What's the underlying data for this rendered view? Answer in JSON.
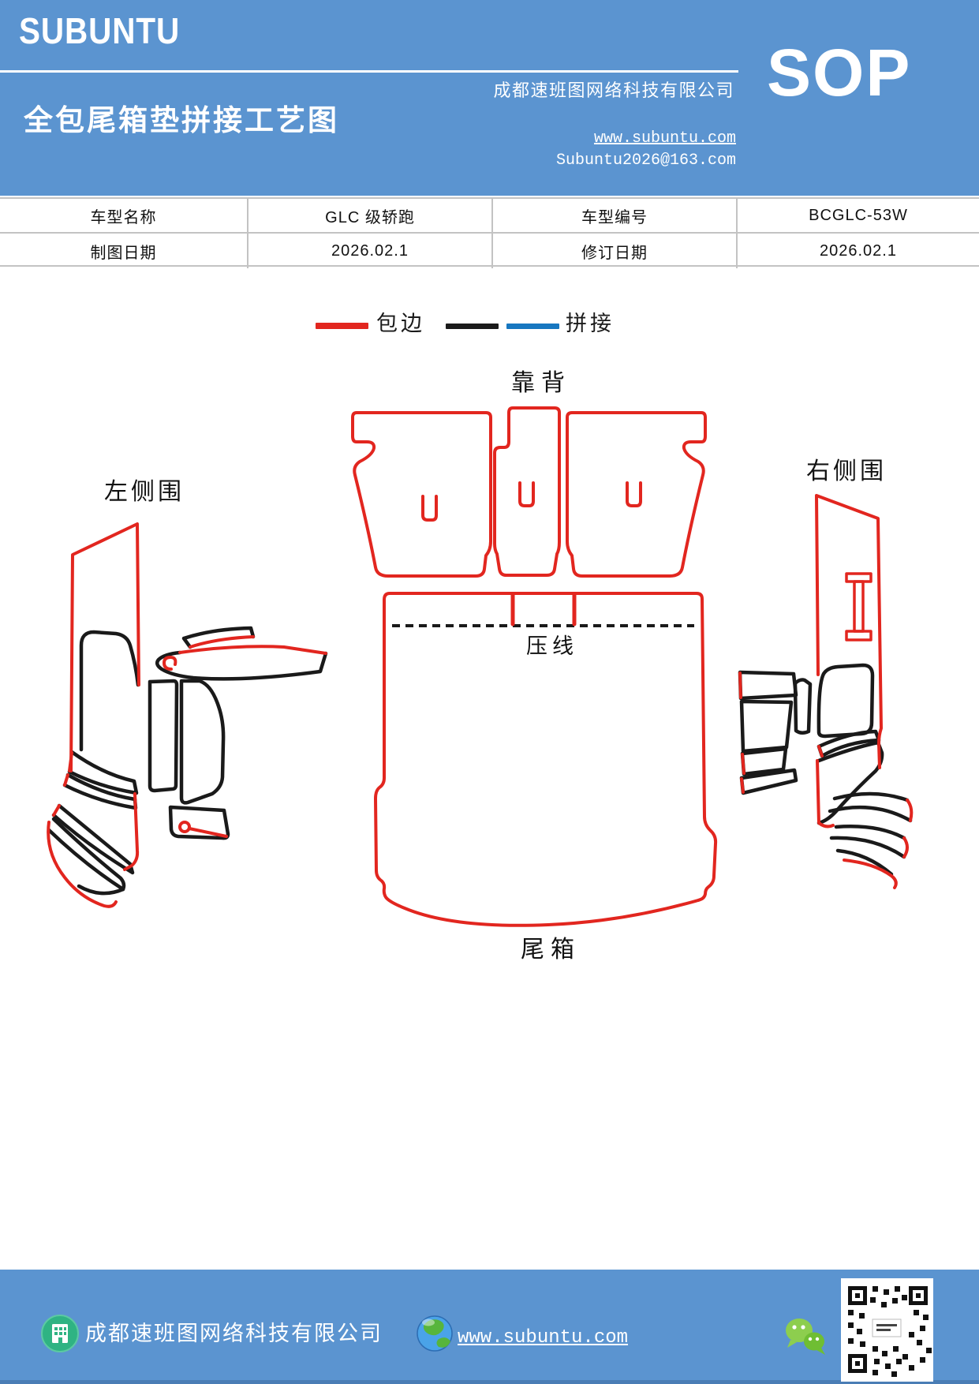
{
  "header": {
    "logo": "SUBUNTU",
    "company": "成都速班图网络科技有限公司",
    "title": "全包尾箱垫拼接工艺图",
    "website": "www.subuntu.com",
    "email": "Subuntu2026@163.com",
    "badge": "SOP"
  },
  "info_table": {
    "rows": [
      {
        "cells": [
          "车型名称",
          "GLC 级轿跑",
          "车型编号",
          "BCGLC-53W"
        ]
      },
      {
        "cells": [
          "制图日期",
          "2026.02.1",
          "修订日期",
          "2026.02.1"
        ]
      }
    ]
  },
  "legend": {
    "items": [
      {
        "label": "包边",
        "swatches": [
          "#e2261f"
        ]
      },
      {
        "label": "拼接",
        "swatches": [
          "#1a1a1a",
          "#1777c0"
        ]
      }
    ]
  },
  "diagram": {
    "labels": {
      "backrest": "靠背",
      "left_side": "左侧围",
      "right_side": "右侧围",
      "press_line": "压线",
      "trunk": "尾箱"
    }
  },
  "footer": {
    "company": "成都速班图网络科技有限公司",
    "website": "www.subuntu.com",
    "icons": [
      "building-icon",
      "globe-icon",
      "wechat-icon",
      "qr-code"
    ]
  },
  "colors": {
    "header_blue": "#5b94d0",
    "edge_red": "#e2261f",
    "splice_black": "#1a1a1a",
    "splice_blue": "#1777c0",
    "table_border": "#c3c3c3"
  }
}
